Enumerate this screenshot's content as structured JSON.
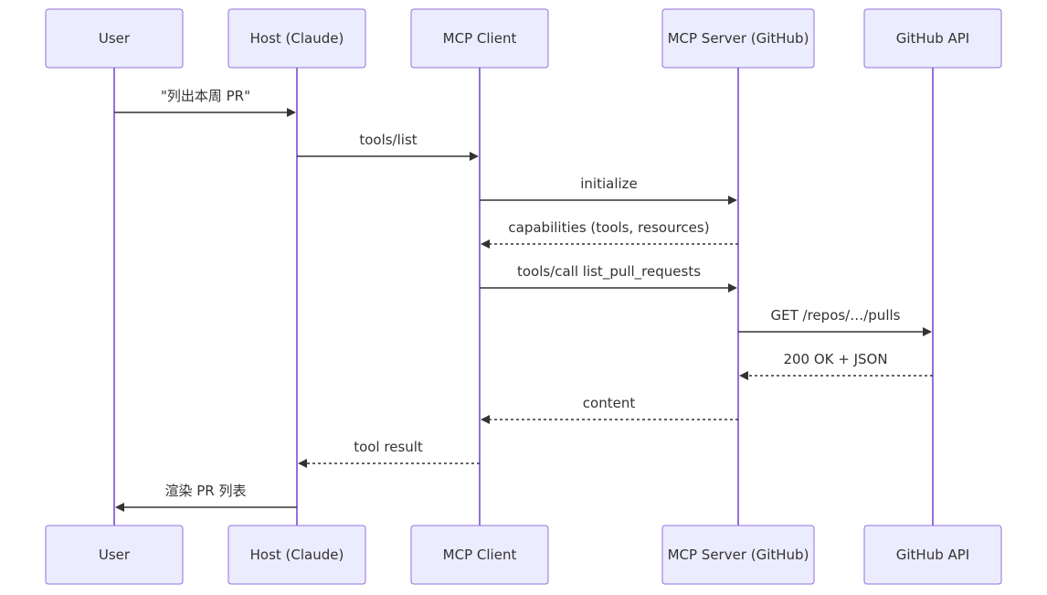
{
  "participants": [
    {
      "id": "user",
      "label": "User"
    },
    {
      "id": "host",
      "label": "Host (Claude)"
    },
    {
      "id": "client",
      "label": "MCP Client"
    },
    {
      "id": "server",
      "label": "MCP Server (GitHub)"
    },
    {
      "id": "api",
      "label": "GitHub API"
    }
  ],
  "messages": [
    {
      "from": "user",
      "to": "host",
      "label": "\"列出本周 PR\"",
      "style": "solid"
    },
    {
      "from": "host",
      "to": "client",
      "label": "tools/list",
      "style": "solid"
    },
    {
      "from": "client",
      "to": "server",
      "label": "initialize",
      "style": "solid"
    },
    {
      "from": "server",
      "to": "client",
      "label": "capabilities (tools, resources)",
      "style": "dashed"
    },
    {
      "from": "client",
      "to": "server",
      "label": "tools/call list_pull_requests",
      "style": "solid"
    },
    {
      "from": "server",
      "to": "api",
      "label": "GET /repos/…/pulls",
      "style": "solid"
    },
    {
      "from": "api",
      "to": "server",
      "label": "200 OK + JSON",
      "style": "dashed"
    },
    {
      "from": "server",
      "to": "client",
      "label": "content",
      "style": "dashed"
    },
    {
      "from": "client",
      "to": "host",
      "label": "tool result",
      "style": "dashed"
    },
    {
      "from": "host",
      "to": "user",
      "label": "渲染 PR 列表",
      "style": "solid"
    }
  ]
}
